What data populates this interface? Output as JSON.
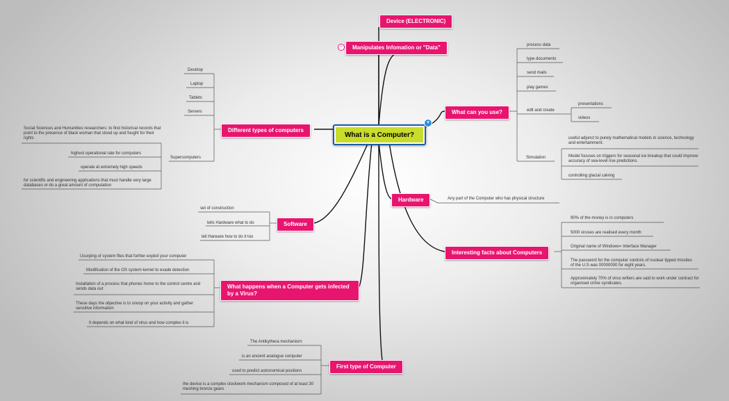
{
  "central": {
    "title": "What is a Computer?"
  },
  "topics": {
    "device": "Device (ELECTRONIC)",
    "manipulates": "Manipulates Infomation or \"Data\"",
    "what_use": "What can you use?",
    "types": "Different types of computers",
    "hardware": "Hardware",
    "software": "Software",
    "facts": "Interesting facts about Computers",
    "virus": "What happens when a Computer gets infected by a Virus?",
    "first": "First type of Computer"
  },
  "use_items": {
    "process": "process data",
    "type_docs": "type documents",
    "send_mails": "send mails",
    "play_games": "play games",
    "edit_create": "edit and create",
    "presentations": "presentations",
    "videos": "videos",
    "simulation": "Simulation",
    "sim_adjunct": "useful adjunct to purely mathematical models in science, technology and entertainment.",
    "sim_model": "Model focuses on triggers for seasonal ice breakup that could improve accuracy of sea-level rise predictions.",
    "sim_glacial": "controlling glacial calving"
  },
  "type_items": {
    "desktop": "Desktop",
    "laptop": "Laptop",
    "tablets": "Tablets",
    "servers": "Servers",
    "supercomputers": "Supercomputers",
    "social": "Social Sciences and Humanities researchers: to find historical records that point to the presence of black woman that stood up and fought for their rights",
    "highest": "highest operational rate for computers",
    "operate": "operate at extremely high speeds",
    "scientific": "for scientific and engineering applications that must handle very large databases or do a great amount of computation"
  },
  "hardware_items": {
    "physical": "Any part of the Computer who has physical structure"
  },
  "software_items": {
    "set": "set of construction",
    "tells": "tells Hardware what to do",
    "tell_how": "tell Harware how to do it too"
  },
  "fact_items": {
    "money": "90% of the money is in computers",
    "viruses": "5000 viruses are realised every month",
    "windows": "Original name of Windows= Interface Manager",
    "password": "The password for the computer controls of nuclear tipped missiles of the U.S was 00000000 for eight years.",
    "writers": "Approximately 70% of virus writers are said to work under contract for organised crime syndicates."
  },
  "virus_items": {
    "usurping": "Usurping of system files that further exploit your computer",
    "kernel": "Modification of the OS system kernel to evade detection",
    "phones": "Installation of a process that phones home to the control centre and sends data out",
    "snoop": "These days the objective is to snoop on your activity and gather sensitive information",
    "depends": "It depends on what kind of virus and how complex it is"
  },
  "first_items": {
    "antikythera": "The Antikythera mechanism:",
    "analogue": "is an ancient analogue computer",
    "astro": "used to predict astronomical positions",
    "clockwork": "the device is a complex clockwork mechanism composed of at least 30 meshing bronze gears"
  },
  "colors": {
    "topic": "#e8156f",
    "central": "#c8dc2a",
    "border": "#1a5ea8"
  }
}
